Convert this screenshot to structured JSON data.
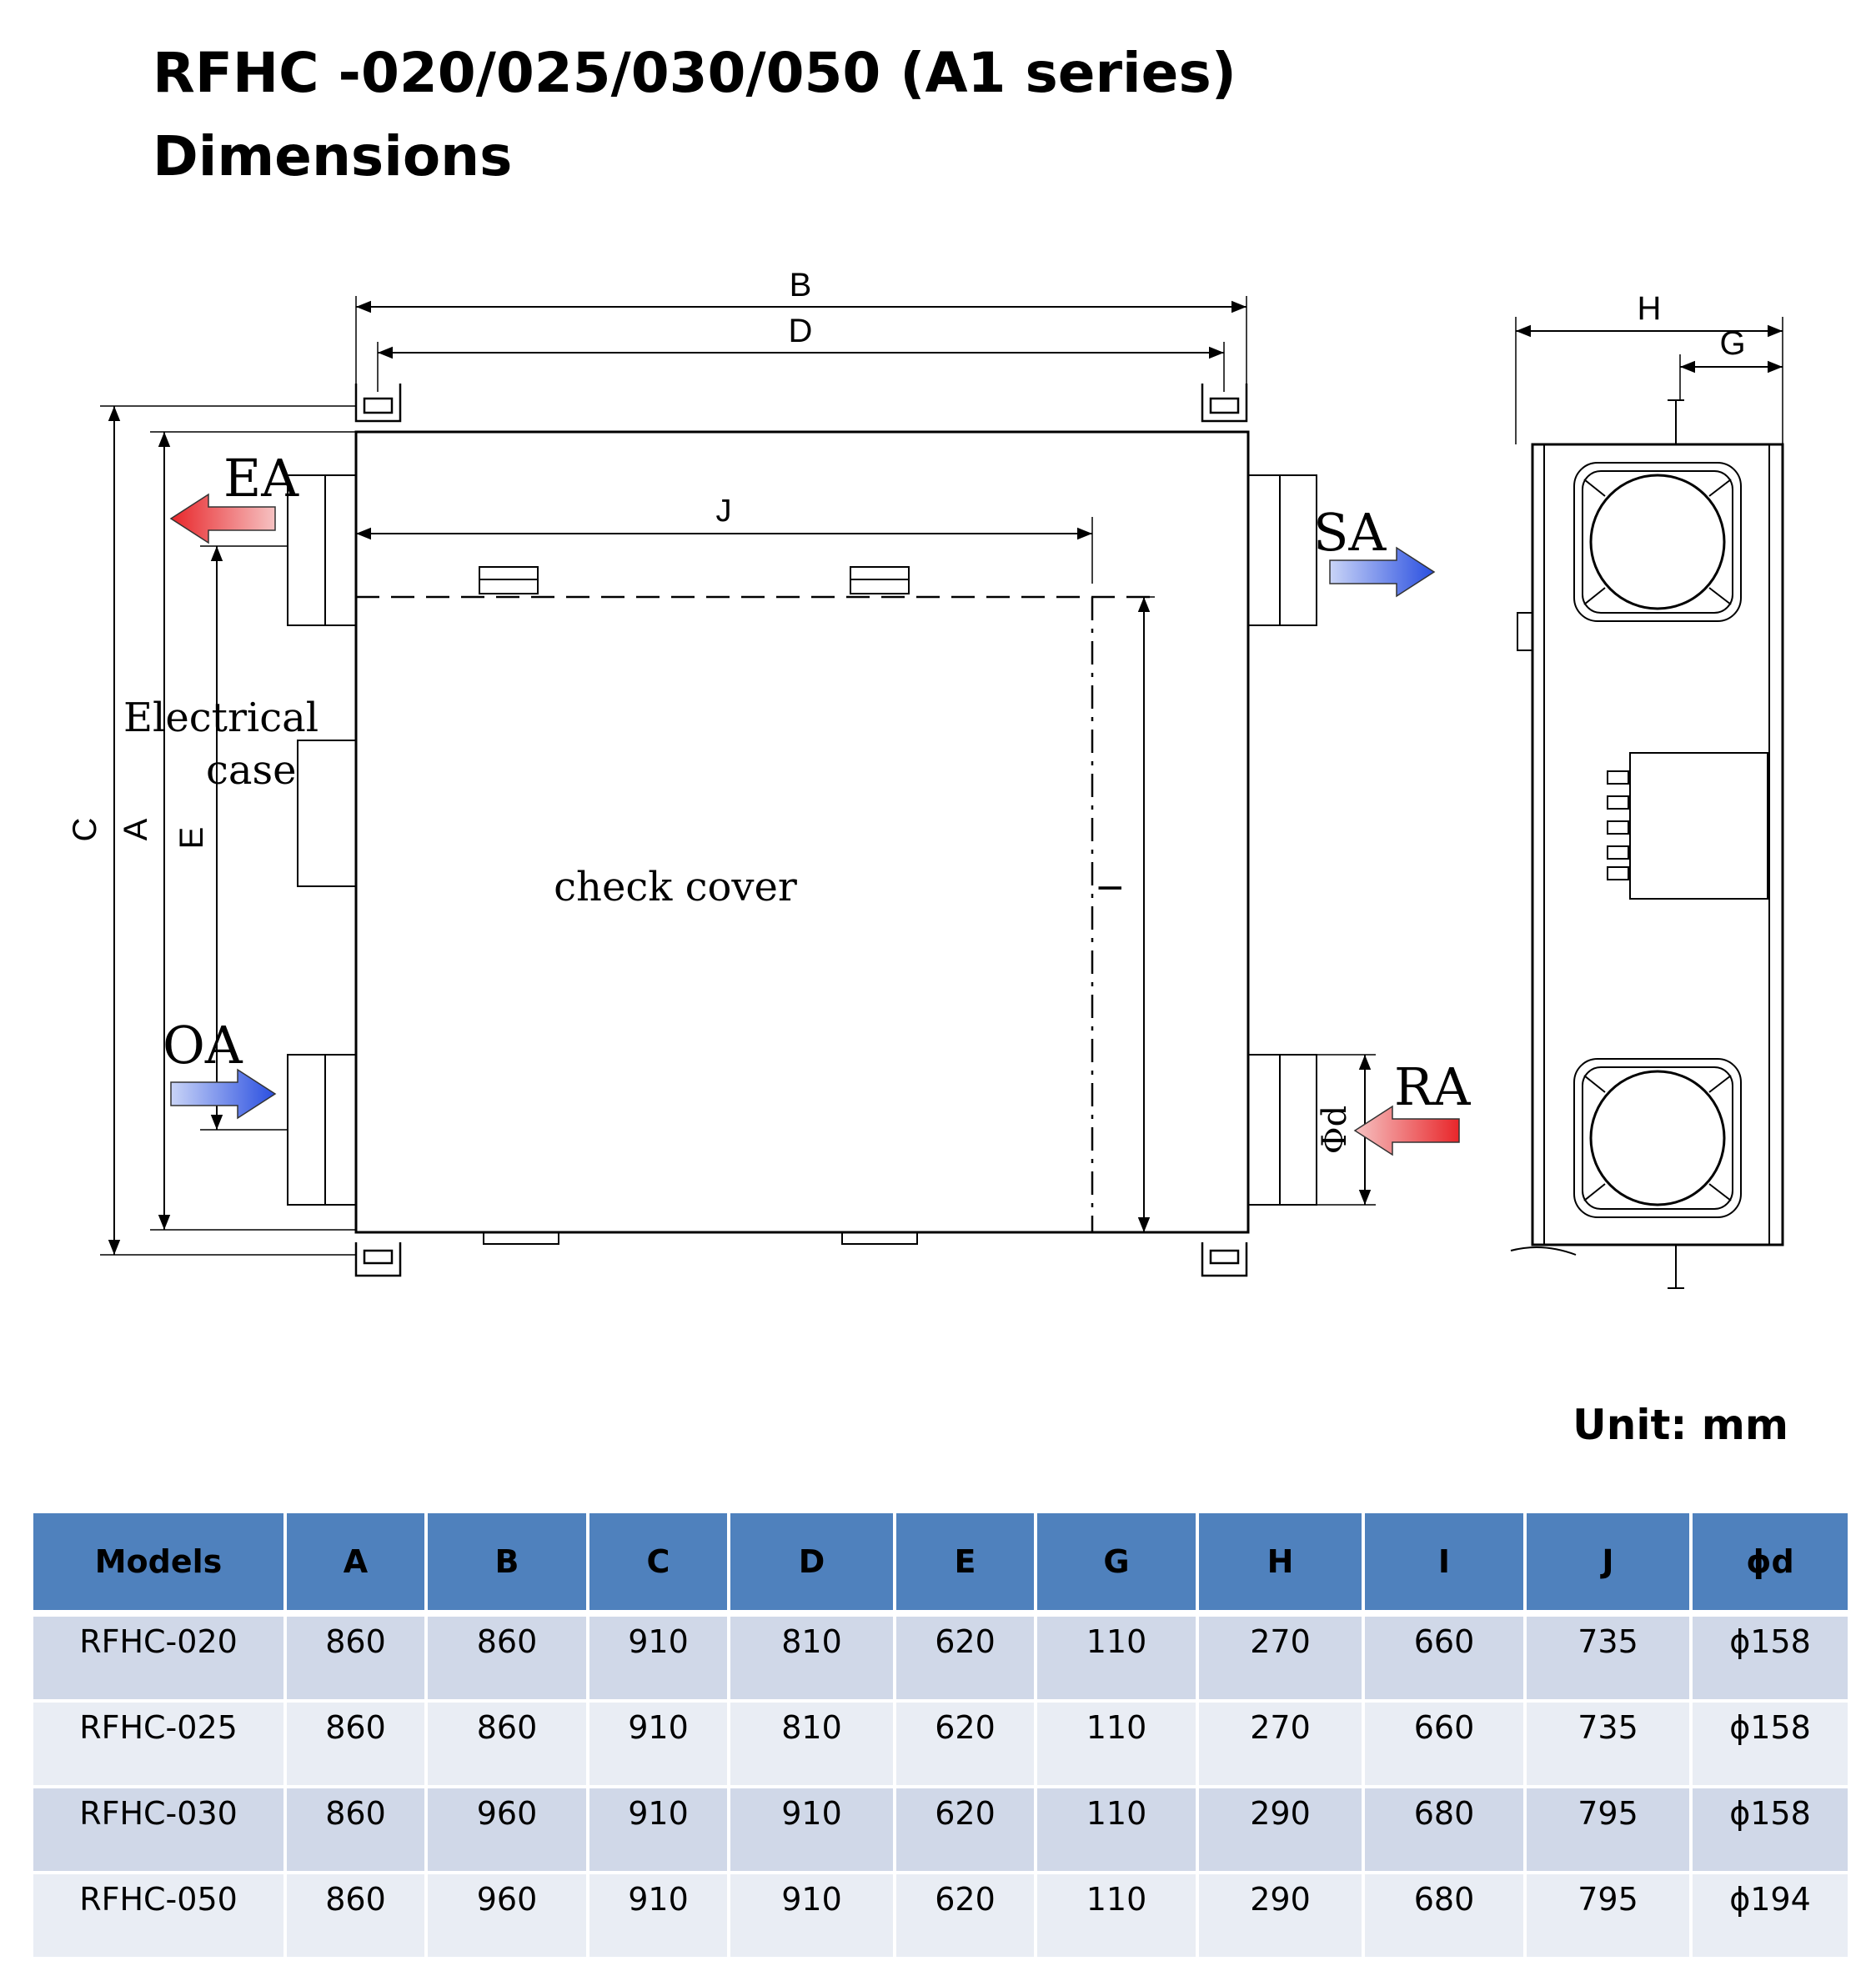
{
  "title_line1": "RFHC -020/025/030/050 (A1 series)",
  "title_line2": "Dimensions",
  "drawing": {
    "dim_labels": {
      "A": "A",
      "B": "B",
      "C": "C",
      "D": "D",
      "E": "E",
      "G": "G",
      "H": "H",
      "I": "I",
      "J": "J",
      "d": "Φd"
    },
    "ports": {
      "ea": "EA",
      "sa": "SA",
      "oa": "OA",
      "ra": "RA"
    },
    "electrical_line1": "Electrical",
    "electrical_line2": "case",
    "check_cover": "check cover",
    "colors": {
      "red_arrow": "#e8262a",
      "blue_arrow": "#2a4fe0"
    }
  },
  "unit": "Unit: mm",
  "table": {
    "headers": [
      "Models",
      "A",
      "B",
      "C",
      "D",
      "E",
      "G",
      "H",
      "I",
      "J",
      "ϕd"
    ],
    "rows": [
      [
        "RFHC-020",
        "860",
        "860",
        "910",
        "810",
        "620",
        "110",
        "270",
        "660",
        "735",
        "ϕ158"
      ],
      [
        "RFHC-025",
        "860",
        "860",
        "910",
        "810",
        "620",
        "110",
        "270",
        "660",
        "735",
        "ϕ158"
      ],
      [
        "RFHC-030",
        "860",
        "960",
        "910",
        "910",
        "620",
        "110",
        "290",
        "680",
        "795",
        "ϕ158"
      ],
      [
        "RFHC-050",
        "860",
        "960",
        "910",
        "910",
        "620",
        "110",
        "290",
        "680",
        "795",
        "ϕ194"
      ]
    ],
    "header_color": "#4f81bd",
    "row_color_odd": "#d0d8e8",
    "row_color_even": "#e9edf4"
  }
}
